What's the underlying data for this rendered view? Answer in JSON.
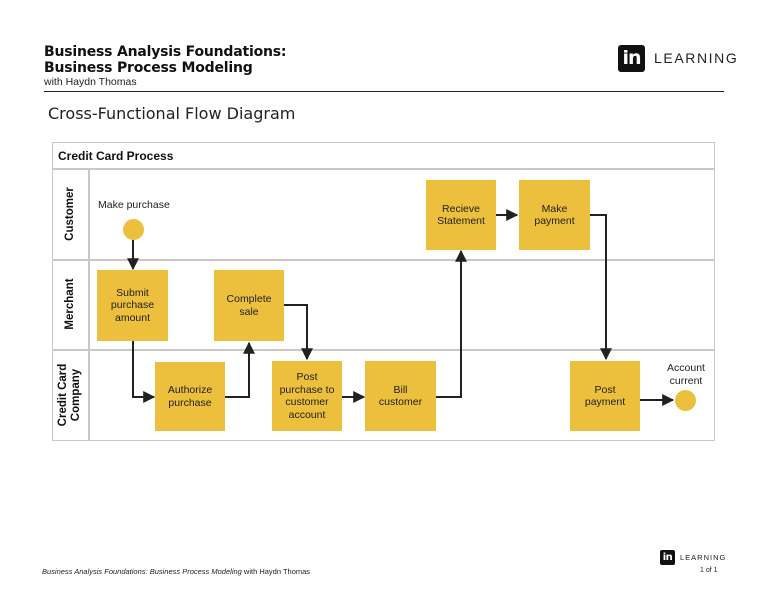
{
  "header": {
    "course_title_line1": "Business Analysis Foundations:",
    "course_title_line2": "Business Process Modeling",
    "author": "with Haydn Thomas",
    "brand_logo": "in",
    "brand_word": "LEARNING"
  },
  "section_title": "Cross-Functional Flow Diagram",
  "diagram": {
    "pool_title": "Credit Card Process",
    "lanes": {
      "customer": "Customer",
      "merchant": "Merchant",
      "company_line1": "Credit Card",
      "company_line2": "Company"
    },
    "events": {
      "start_label": "Make purchase",
      "end_label_line1": "Account",
      "end_label_line2": "current"
    },
    "tasks": {
      "receive_statement_line1": "Recieve",
      "receive_statement_line2": "Statement",
      "make_payment_line1": "Make",
      "make_payment_line2": "payment",
      "submit_line1": "Submit",
      "submit_line2": "purchase",
      "submit_line3": "amount",
      "complete_line1": "Complete",
      "complete_line2": "sale",
      "authorize_line1": "Authorize",
      "authorize_line2": "purchase",
      "post_purchase_line1": "Post",
      "post_purchase_line2": "purchase to",
      "post_purchase_line3": "customer",
      "post_purchase_line4": "account",
      "bill_line1": "Bill",
      "bill_line2": "customer",
      "post_payment_line1": "Post",
      "post_payment_line2": "payment"
    },
    "colors": {
      "task_fill": "#ecbf3c",
      "lane_border": "#c8c8c8",
      "connector": "#222222"
    }
  },
  "footer": {
    "course_italic": "Business Analysis Foundations: Business Process Modeling",
    "course_suffix": " with Haydn Thomas",
    "brand_logo": "in",
    "brand_word": "LEARNING",
    "page": "1 of 1"
  }
}
